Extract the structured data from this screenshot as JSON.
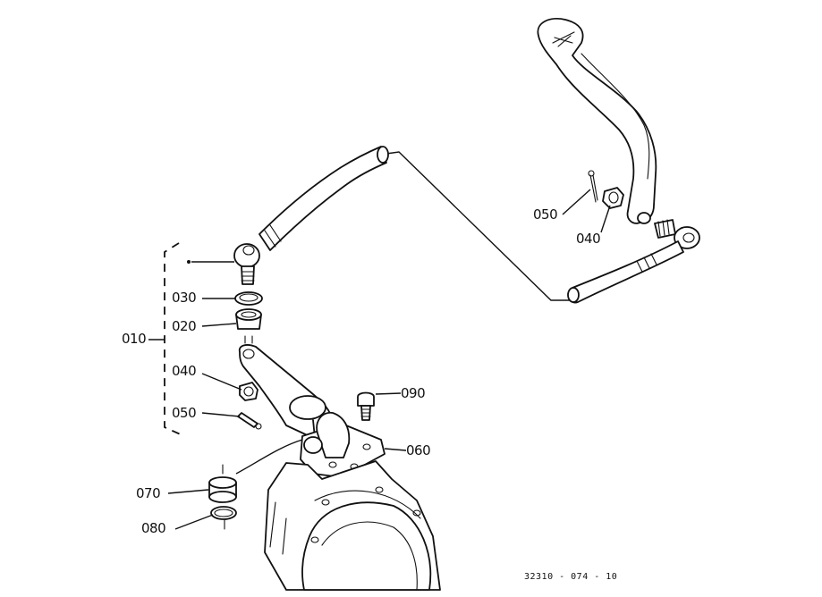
{
  "diagram": {
    "labels": {
      "p010": "010",
      "p020": "020",
      "p030": "030",
      "p040_left": "040",
      "p050_left": "050",
      "p060": "060",
      "p070": "070",
      "p080": "080",
      "p090": "090",
      "p040_right": "040",
      "p050_right": "050"
    },
    "drawing_code": "32310 - 074 - 10"
  }
}
